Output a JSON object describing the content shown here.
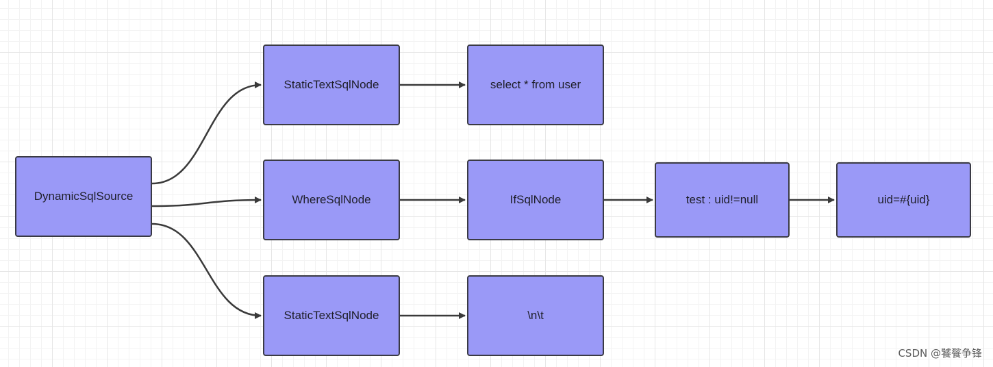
{
  "diagram": {
    "nodes": [
      {
        "id": "dynamic",
        "label": "DynamicSqlSource"
      },
      {
        "id": "static1",
        "label": "StaticTextSqlNode"
      },
      {
        "id": "select",
        "label": "select * from user"
      },
      {
        "id": "where",
        "label": "WhereSqlNode"
      },
      {
        "id": "if",
        "label": "IfSqlNode"
      },
      {
        "id": "test",
        "label": "test : uid!=null"
      },
      {
        "id": "uid",
        "label": "uid=#{uid}"
      },
      {
        "id": "static2",
        "label": "StaticTextSqlNode"
      },
      {
        "id": "nt",
        "label": "\\n\\t"
      }
    ],
    "edges": [
      {
        "from": "dynamic",
        "to": "static1"
      },
      {
        "from": "dynamic",
        "to": "where"
      },
      {
        "from": "dynamic",
        "to": "static2"
      },
      {
        "from": "static1",
        "to": "select"
      },
      {
        "from": "where",
        "to": "if"
      },
      {
        "from": "if",
        "to": "test"
      },
      {
        "from": "test",
        "to": "uid"
      },
      {
        "from": "static2",
        "to": "nt"
      }
    ],
    "colors": {
      "node_fill": "#9a99f7",
      "node_border": "#3a3a44",
      "edge": "#3a3a3a"
    }
  },
  "watermark": "CSDN @饕餮争锋"
}
